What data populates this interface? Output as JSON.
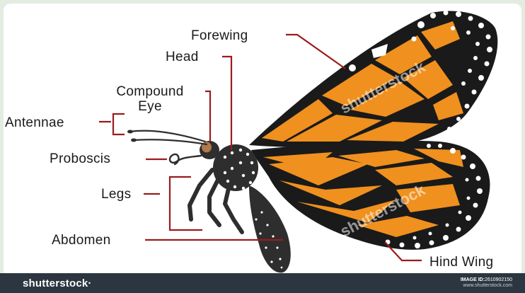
{
  "labels": {
    "forewing": "Forewing",
    "head": "Head",
    "compound_eye_line1": "Compound",
    "compound_eye_line2": "Eye",
    "antennae": "Antennae",
    "proboscis": "Proboscis",
    "legs": "Legs",
    "abdomen": "Abdomen",
    "hind_wing": "Hind Wing"
  },
  "footer": {
    "brand": "shutterstock·",
    "image_id_label": "IMAGE ID:",
    "image_id": "2610902150",
    "site": "www.shutterstock.com"
  },
  "watermarks": [
    "shutterstock",
    "shutterstock"
  ],
  "colors": {
    "label_line": "#9b1c1c",
    "wing_orange": "#f0901e",
    "wing_black": "#1a1a1a",
    "body_dark": "#2e2e2e",
    "footer_bg": "#2b3640",
    "page_bg": "#e3ece0"
  }
}
